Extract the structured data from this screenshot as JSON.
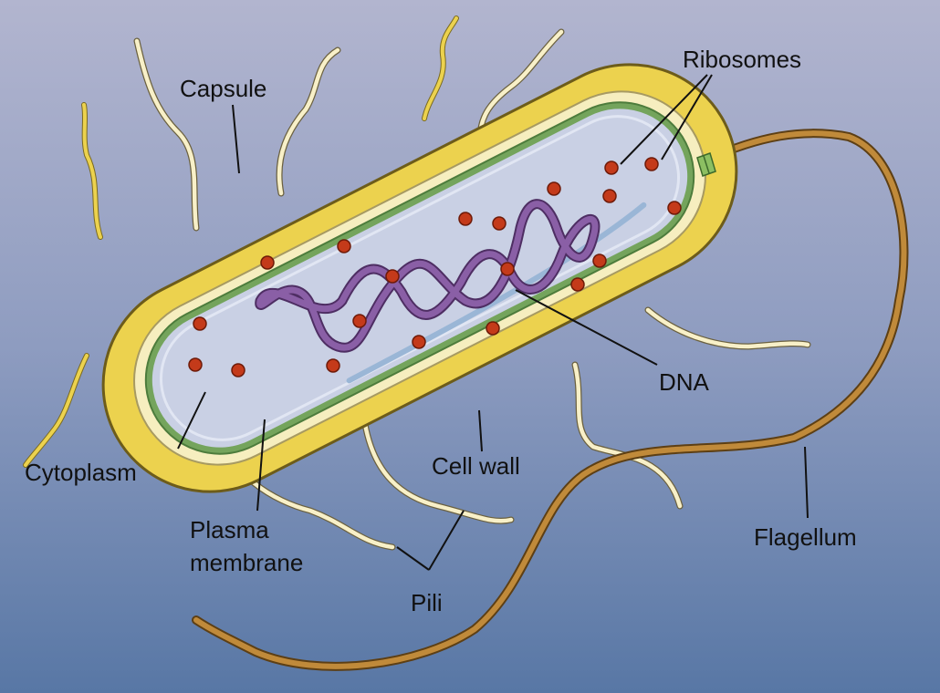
{
  "labels": {
    "capsule": "Capsule",
    "ribosomes": "Ribosomes",
    "dna": "DNA",
    "cytoplasm": "Cytoplasm",
    "cell_wall": "Cell wall",
    "plasma_membrane_line1": "Plasma",
    "plasma_membrane_line2": "membrane",
    "pili": "Pili",
    "flagellum": "Flagellum"
  },
  "colors": {
    "background_top": "#b2b5cf",
    "background_bottom": "#5877a5",
    "capsule": "#ecd24e",
    "cell_wall": "#f6eebf",
    "plasma_membrane": "#74a45c",
    "cytoplasm": "#c9d0e4",
    "dna": "#8a5fa6",
    "ribosome": "#c43a1a",
    "flagellum": "#b37a2c",
    "pili": "#f8f0c8"
  }
}
